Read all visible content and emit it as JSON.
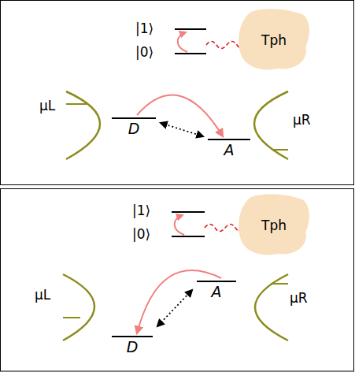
{
  "diagram": {
    "nodes": [
      {
        "text": [
          "Tph"
        ]
      },
      {
        "text": [
          "D"
        ]
      },
      {
        "text": [
          "A"
        ]
      },
      {
        "text": [
          "Tph"
        ]
      },
      {
        "text": [
          "A"
        ]
      },
      {
        "text": [
          "D"
        ]
      }
    ],
    "edges": [
      {
        "from": 1,
        "to": 2,
        "arrow": "to"
      },
      {
        "from": 1,
        "to": 2,
        "arrow": "both"
      },
      {
        "from": 4,
        "to": 5,
        "arrow": "to"
      },
      {
        "from": 4,
        "to": 5,
        "arrow": "both"
      }
    ],
    "labels": [
      "|1⟩",
      "|0⟩",
      "μL",
      "μR",
      "|1⟩",
      "|0⟩",
      "μL",
      "μR"
    ]
  }
}
